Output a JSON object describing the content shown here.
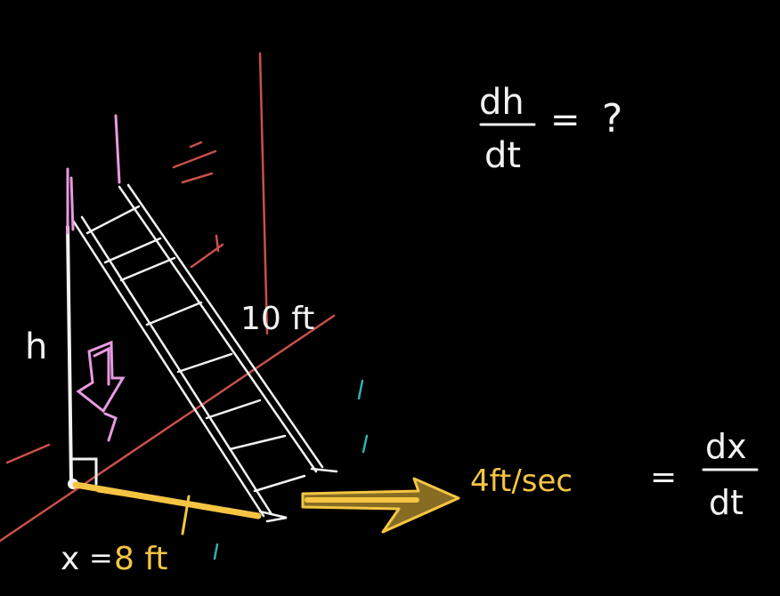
{
  "labels": {
    "height": "h",
    "hypotenuse": "10 ft",
    "base_var": "x",
    "base_equals": "=",
    "base_value": "8 ft",
    "rate": "4ft/sec",
    "rate_equals": "=",
    "dx_numerator": "dx",
    "dx_denominator": "dt",
    "dh_numerator": "dh",
    "dh_denominator": "dt",
    "dh_equals": "=",
    "unknown": "?"
  },
  "colors": {
    "background": "#000000",
    "chalk_white": "#f2f2f2",
    "yellow": "#f5c542",
    "pink": "#e89ae0",
    "red": "#c9504a",
    "teal": "#2fb1b1"
  }
}
